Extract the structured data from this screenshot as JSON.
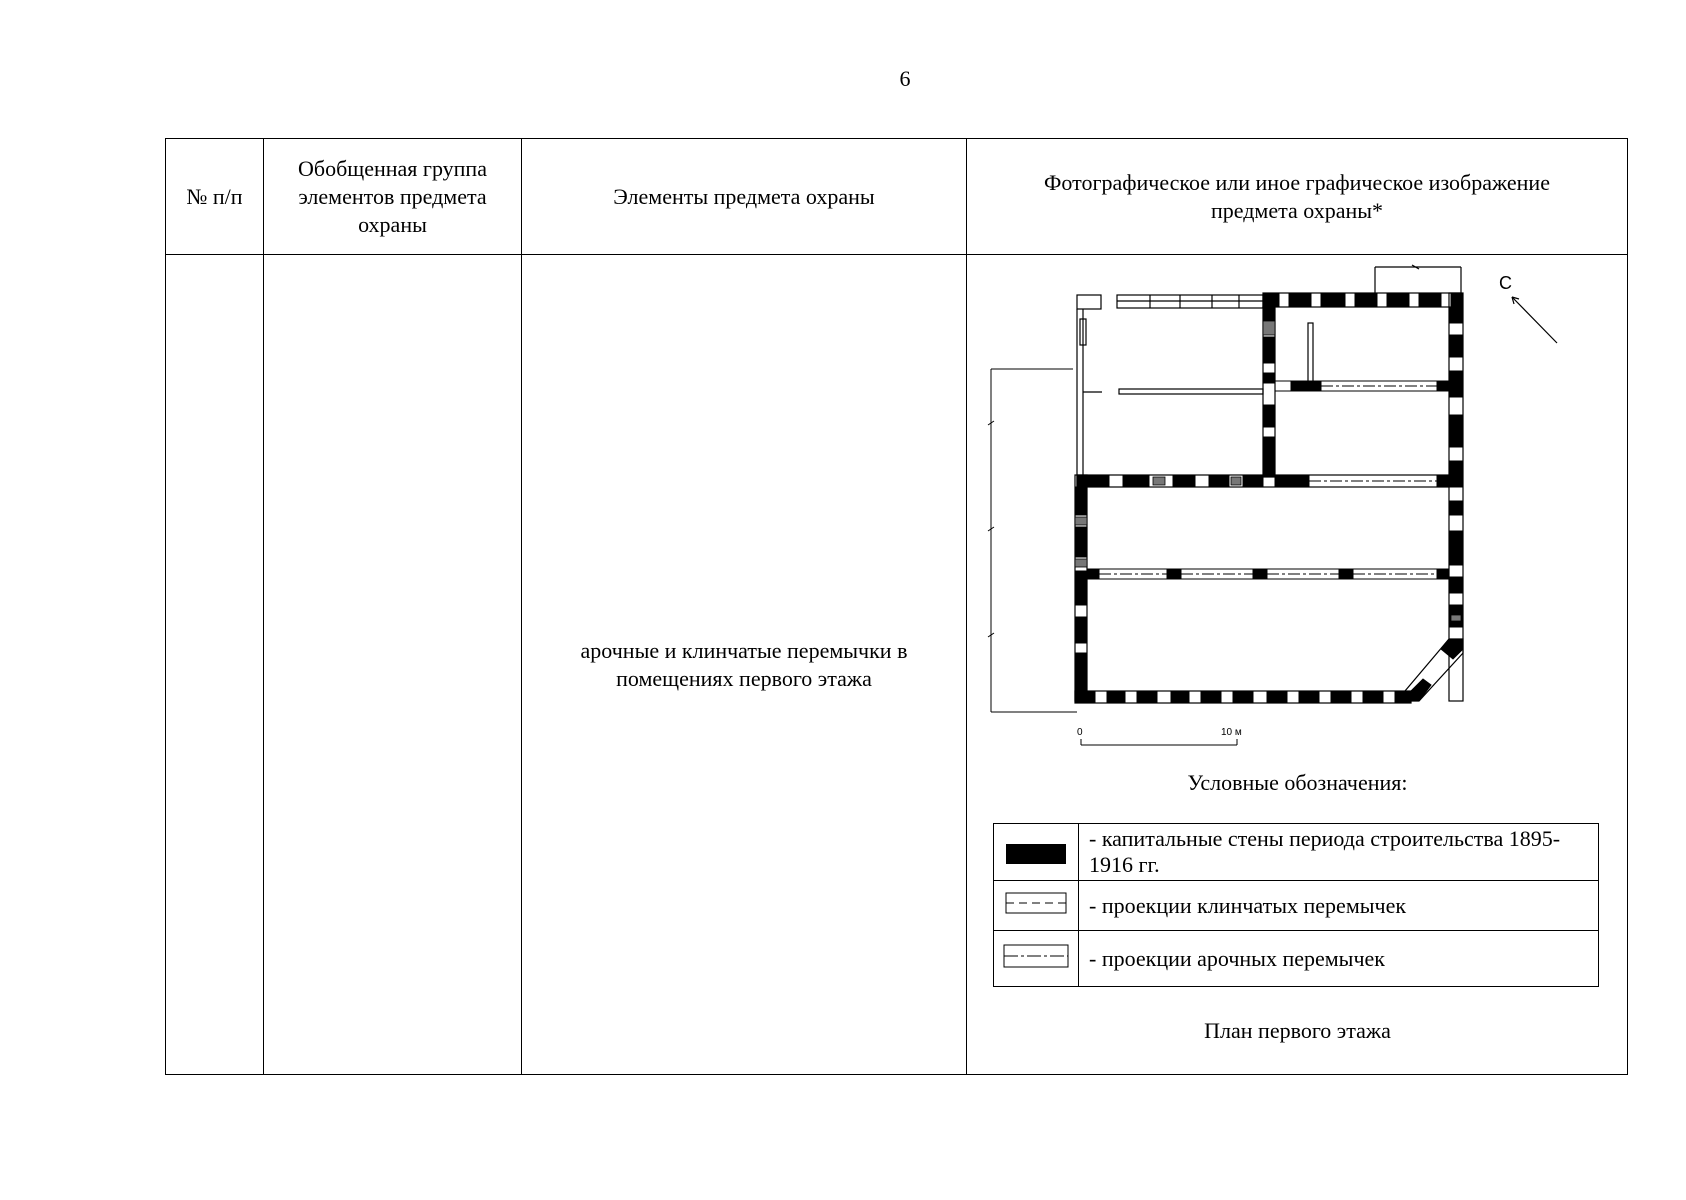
{
  "page_number": "6",
  "table": {
    "headers": {
      "number": "№ п/п",
      "group": "Обобщенная группа элементов предмета охраны",
      "elements": "Элементы предмета охраны",
      "image": "Фотографическое или иное графическое изображение предмета охраны*"
    },
    "row": {
      "number": "",
      "group": "",
      "elements": "арочные и клинчатые перемычки в помещениях первого этажа"
    }
  },
  "plan": {
    "north_label": "С",
    "scale_start": "0",
    "scale_end": "10 м",
    "legend_title": "Условные обозначения:",
    "legend": [
      {
        "symbol": "solid-wall",
        "text": "- капитальные стены периода строительства 1895-1916 гг."
      },
      {
        "symbol": "dashed-lintel",
        "text": "- проекции клинчатых перемычек"
      },
      {
        "symbol": "dashdot-lintel",
        "text": "- проекции арочных перемычек"
      }
    ],
    "caption": "План первого этажа"
  },
  "colors": {
    "ink": "#000000",
    "paper": "#ffffff",
    "hatch": "#777777"
  }
}
